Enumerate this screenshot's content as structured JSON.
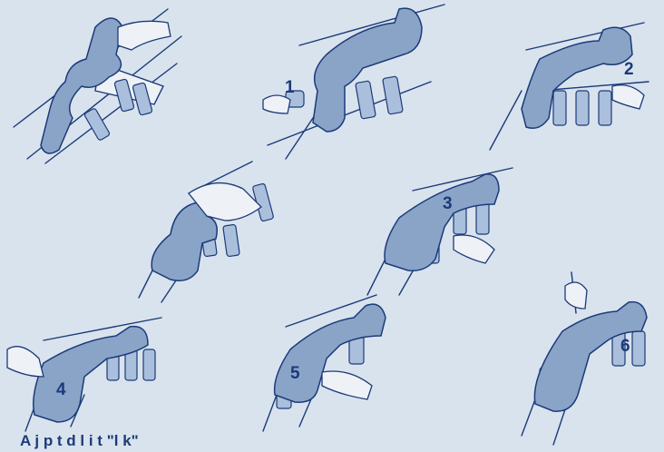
{
  "steps": [
    {
      "number": ""
    },
    {
      "number": "1"
    },
    {
      "number": "2"
    },
    {
      "number": ""
    },
    {
      "number": "3"
    },
    {
      "number": "4"
    },
    {
      "number": "5"
    },
    {
      "number": "6"
    }
  ],
  "caption": "A  j  p  t  d  l  i  t  \"l  k\"",
  "colors": {
    "background": "#d9e3ee",
    "brace_fill": "#8aa4c8",
    "brace_dark": "#6d89b3",
    "outline": "#1b3a78",
    "skin": "#eef2f7",
    "strap": "#aabfdc"
  }
}
